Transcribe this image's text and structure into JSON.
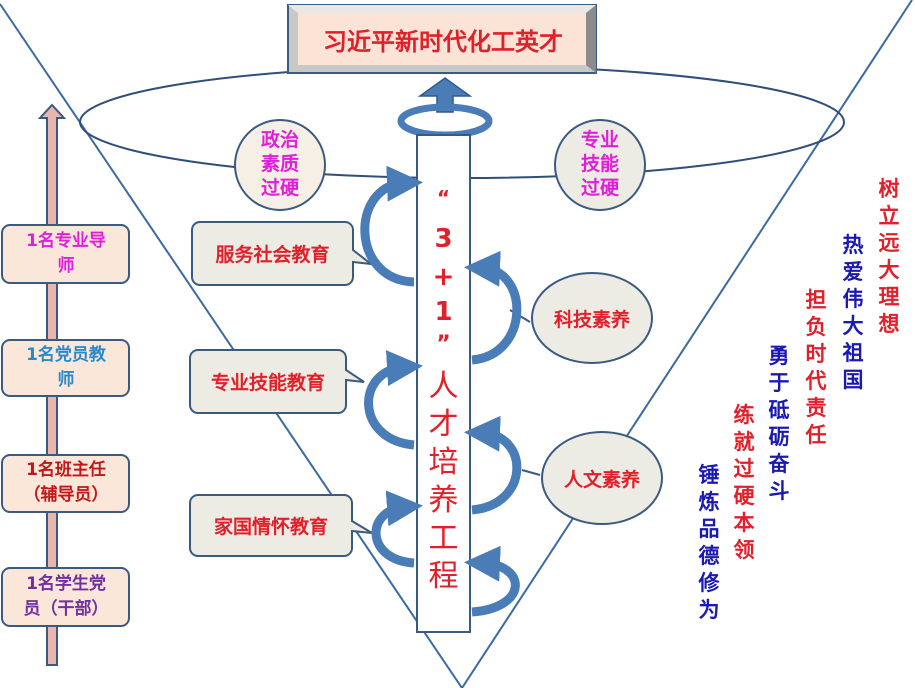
{
  "title": "习近平新时代化工英才",
  "column": {
    "open_quote": "“",
    "num1": "3",
    "plus": "+",
    "num2": "1",
    "close_quote": "”",
    "chars": [
      "人",
      "才",
      "培",
      "养",
      "工",
      "程"
    ]
  },
  "circles": [
    {
      "lines": [
        "政治",
        "素质",
        "过硬"
      ]
    },
    {
      "lines": [
        "专业",
        "技能",
        "过硬"
      ]
    }
  ],
  "left_callouts": [
    "服务社会教育",
    "专业技能教育",
    "家国情怀教育"
  ],
  "right_callouts": [
    "科技素养",
    "人文素养"
  ],
  "mentors": [
    {
      "num": "1",
      "text1": "名专业导",
      "text2": "师",
      "color": "#e020d8"
    },
    {
      "num": "1",
      "text1": "名党员教",
      "text2": "师",
      "color": "#2a8ac8"
    },
    {
      "num": "1",
      "text1": "名班主任",
      "text2": "（辅导员）",
      "color": "#c01818"
    },
    {
      "num": "1",
      "text1": "名学生党",
      "text2": "员（干部）",
      "color": "#7030a0"
    }
  ],
  "goals": [
    "树立远大理想",
    "热爱伟大祖国",
    "担负时代责任",
    "勇于砥砺奋斗",
    "练就过硬本领",
    "锤炼品德修为"
  ],
  "colors": {
    "accent_red": "#e0202a",
    "accent_blue": "#1a1ab0",
    "line": "#3b6aa0",
    "arrow": "#4a7cb8"
  }
}
